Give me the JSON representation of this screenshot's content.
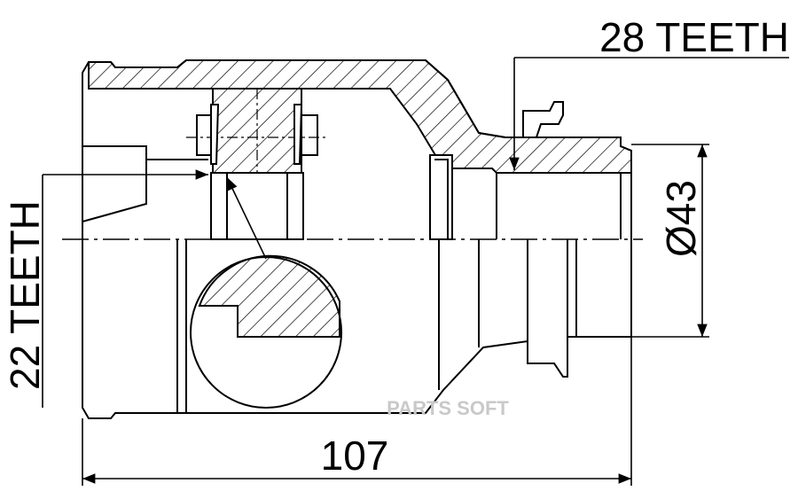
{
  "labels": {
    "outer_spline": "28 TEETH",
    "inner_spline": "22 TEETH",
    "diameter": "Ø43",
    "length": "107",
    "watermark": "PARTS SOFT"
  }
}
